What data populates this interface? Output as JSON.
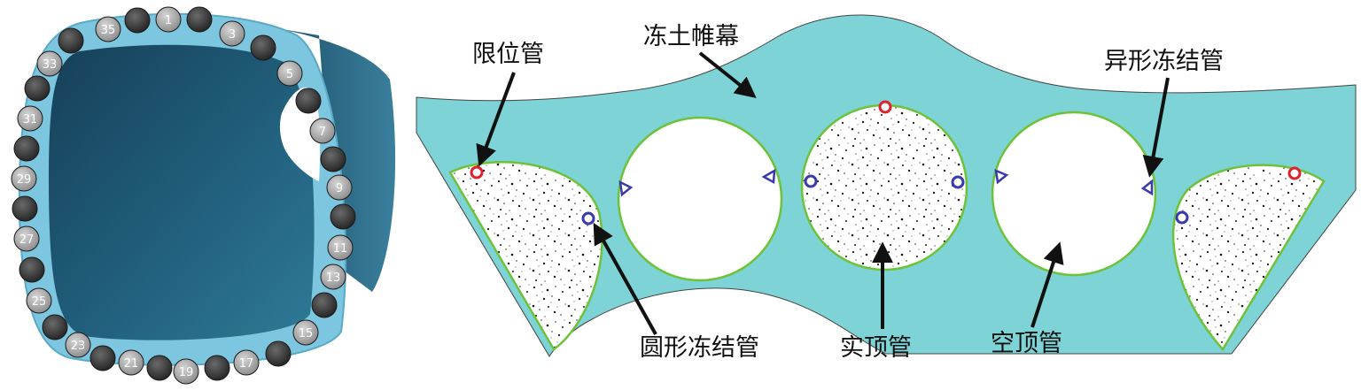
{
  "tunnel": {
    "pipe_numbers": [
      "1",
      "3",
      "5",
      "7",
      "9",
      "11",
      "13",
      "15",
      "17",
      "19",
      "21",
      "23",
      "25",
      "27",
      "29",
      "31",
      "33",
      "35"
    ]
  },
  "labels": {
    "limit_pipe": "限位管",
    "frozen_curtain": "冻土帷幕",
    "special_freeze_pipe": "异形冻结管",
    "circular_freeze_pipe": "圆形冻结管",
    "solid_roof_pipe": "实顶管",
    "hollow_roof_pipe": "空顶管"
  },
  "colors": {
    "frozen_soil": "#7dd3d5",
    "pipe_wall": "#6ec23a",
    "limit_pipe": "#e0202a",
    "freeze_pipe": "#3a3ab0",
    "tunnel_inner": "#1f5a78",
    "tunnel_ring": "#7cc6e0",
    "pipe_end": "#3c3c3c"
  }
}
